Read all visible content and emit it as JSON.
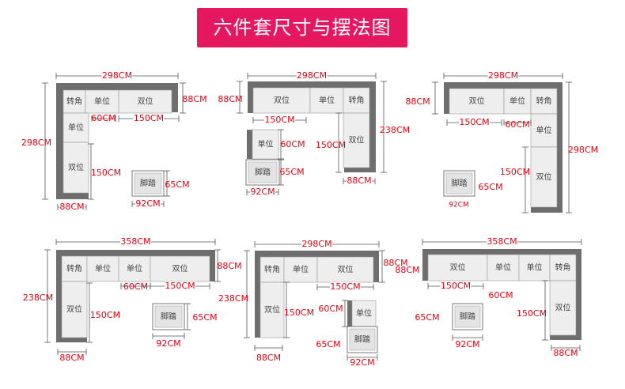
{
  "title": "六件套尺寸与摆法图",
  "colors": {
    "banner": "#e5175f",
    "dimension": "#e60012",
    "frame": "#6e6e6e",
    "cushion": "#eeeeee",
    "line": "#555555"
  },
  "labels": {
    "corner": "转角",
    "single": "单位",
    "double": "双位",
    "footstool": "脚踏"
  },
  "dims": {
    "d298": "298CM",
    "d358": "358CM",
    "d238": "238CM",
    "d150": "150CM",
    "d88": "88CM",
    "d60": "60CM",
    "d65": "65CM",
    "d92": "92CM"
  }
}
